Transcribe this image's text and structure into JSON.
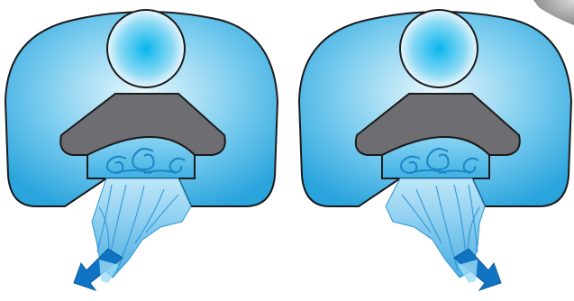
{
  "diagram": {
    "panels": [
      {
        "id": "left",
        "outflow_direction": "down-left"
      },
      {
        "id": "right",
        "outflow_direction": "down-right"
      }
    ]
  },
  "colors": {
    "body_light": "#dff3fb",
    "body_dark": "#2aa4dd",
    "orb_center": "#08b6ec",
    "orb_edge": "#e9f7fc",
    "cap_fill": "#6e6e72",
    "chamber_fill": "#5fc2ea",
    "swirl_stroke": "#1a86c4",
    "stream_light": "#8fd3f2",
    "stream_dark": "#2b93d6",
    "arrow_fill": "#0f74c4",
    "outline": "#1b1b1b",
    "corner_shadow": "#9a9a9a"
  }
}
